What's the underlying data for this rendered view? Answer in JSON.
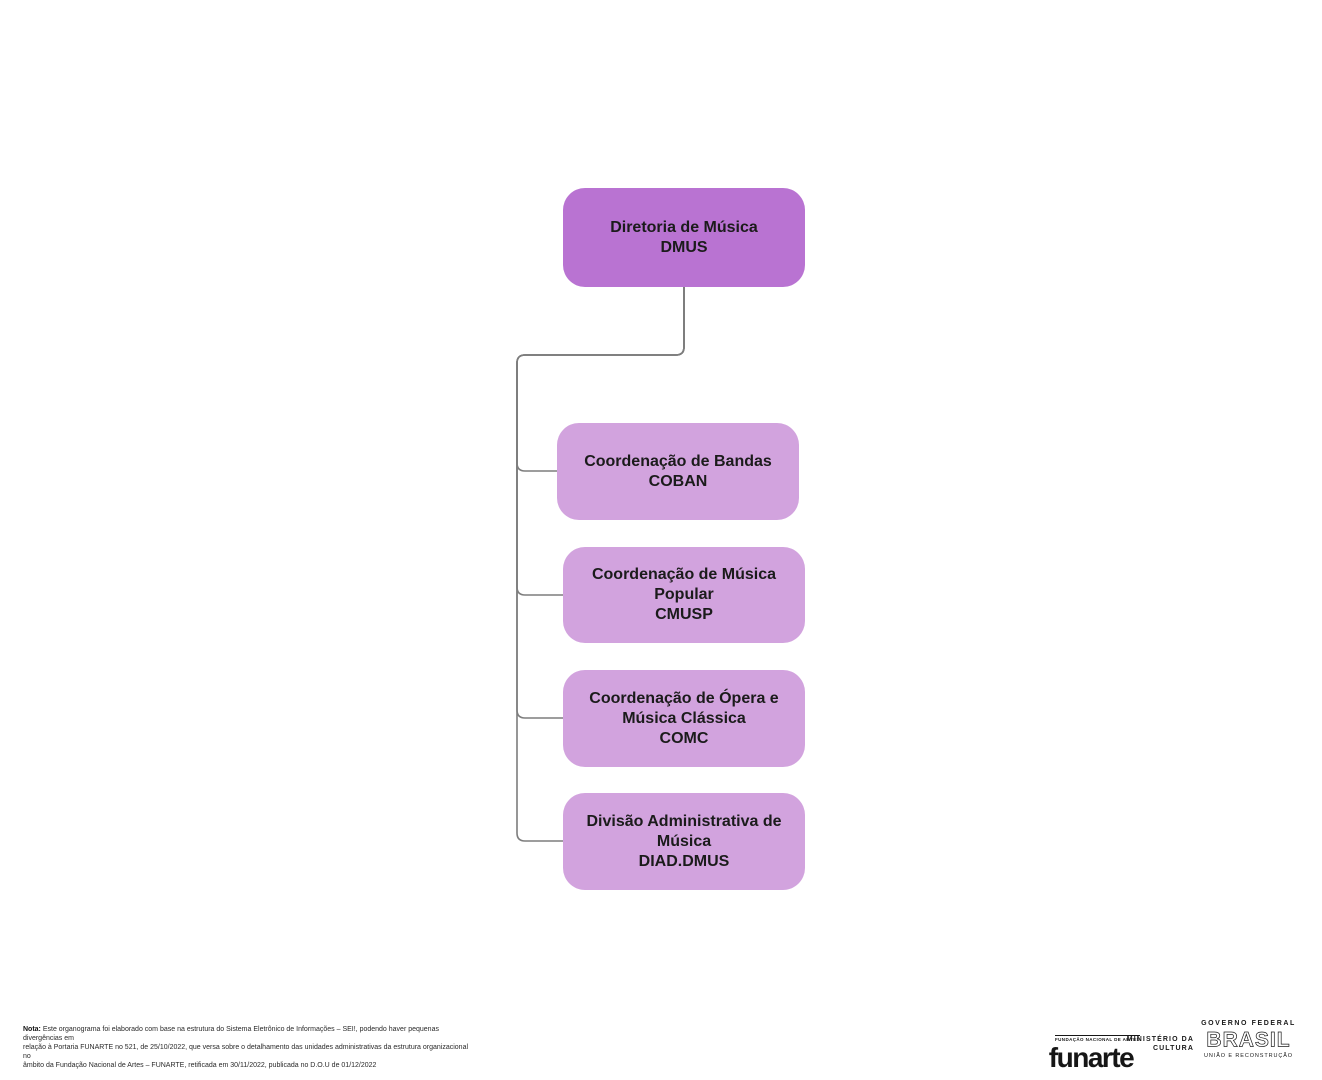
{
  "chart": {
    "root": {
      "name": "Diretoria de Música",
      "acronym": "DMUS"
    },
    "children": [
      {
        "name": "Coordenação de Bandas",
        "acronym": "COBAN"
      },
      {
        "name": "Coordenação de Música Popular",
        "acronym": "CMUSP"
      },
      {
        "name": "Coordenação de Ópera e Música Clássica",
        "acronym": "COMC"
      },
      {
        "name": "Divisão Administrativa de Música",
        "acronym": "DIAD.DMUS"
      }
    ]
  },
  "colors": {
    "root_box": "#b973d2",
    "child_box": "#d2a3de",
    "connector": "#7d7d7d",
    "text": "#1b1b1b"
  },
  "footer": {
    "note": {
      "label": "Nota:",
      "line1": " Este organograma foi elaborado com base na estrutura do Sistema Eletrônico de Informações – SEI!, podendo haver pequenas divergências em",
      "line2": "relação à Portaria FUNARTE no 521, de 25/10/2022, que versa sobre o detalhamento das unidades administrativas da estrutura organizacional no",
      "line3": "âmbito da Fundação Nacional de Artes – FUNARTE, retificada em 30/11/2022, publicada no D.O.U de 01/12/2022"
    },
    "logos": {
      "funarte_small": "FUNDAÇÃO NACIONAL DE ARTES",
      "funarte_name": "funarte",
      "ministerio_line1": "MINISTÉRIO DA",
      "ministerio_line2": "CULTURA",
      "governo": "GOVERNO FEDERAL",
      "brasil": "BRASIL",
      "uniao": "UNIÃO E RECONSTRUÇÃO"
    }
  }
}
